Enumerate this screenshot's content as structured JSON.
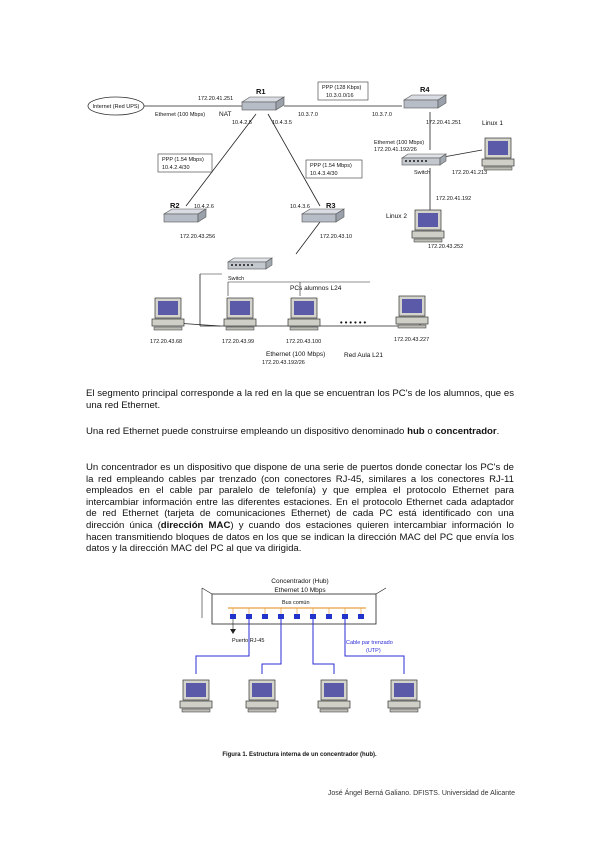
{
  "network_diagram": {
    "routers": {
      "r1": "R1",
      "r2": "R2",
      "r3": "R3",
      "r4": "R4"
    },
    "internet": "Internet (Red UPS)",
    "internet_link": "Ethernet (100 Mbps)",
    "nat": "NAT",
    "r1_left_ip": "172.20.41.251",
    "r1_ip_a": "10.4.2.5",
    "r1_ip_b": "10.4.3.5",
    "r1_ip_c": "10.3.7.0",
    "r1_r4_link": "PPP (128 Kbps)",
    "r1_r4_net": "10.3.0.0/16",
    "r4_left_ip": "10.3.7.0",
    "r4_ip": "172.20.41.251",
    "lab_link": "Ethernet (100 Mbps)",
    "lab_net": "172.20.41.192/26",
    "switch_right": "Switch",
    "linux1": "Linux 1",
    "linux1_ip": "172.20.41.213",
    "linux2": "Linux 2",
    "linux2_ip_top": "172.20.41.192",
    "linux2_ip": "172.20.43.252",
    "r1_r2_link": "PPP (1.54 Mbps)",
    "r1_r2_net": "10.4.2.4/30",
    "r1_r3_link": "PPP (1.54 Mbps)",
    "r1_r3_net": "10.4.3.4/30",
    "r2_ip": "10.4.2.6",
    "r2_lan_ip": "172.20.43.256",
    "r3_ip": "10.4.3.6",
    "r3_lan_ip": "172.20.43.10",
    "switch_main": "Switch",
    "pc_group": "PCs alumnos L24",
    "pc1_ip": "172.20.43.68",
    "pc2_ip": "172.20.43.99",
    "pc3_ip": "172.20.43.100",
    "pc4_ip": "172.20.43.227",
    "dots": "• • • • • •",
    "main_link": "Ethernet (100 Mbps)",
    "main_net": "172.20.43.192/26",
    "room": "Red Aula L21"
  },
  "paragraphs": {
    "p1": "El segmento principal corresponde a la red en la que se encuentran los PC's de los alumnos, que es una red Ethernet.",
    "p2_a": "Una red Ethernet puede construirse empleando un dispositivo denominado ",
    "p2_b": "hub",
    "p2_c": " o ",
    "p2_d": "concentrador",
    "p2_e": ".",
    "p3_a": "Un concentrador es un dispositivo que dispone de una serie de puertos donde conectar los PC's de la red empleando cables par trenzado (con conectores RJ-45, similares a los conectores RJ-11 empleados en el cable par paralelo de telefonía) y que emplea el protocolo Ethernet para intercambiar información entre las diferentes estaciones. En el protocolo Ethernet cada adaptador de red Ethernet (tarjeta de comunicaciones Ethernet) de cada PC está identificado con una dirección única (",
    "p3_b": "dirección MAC",
    "p3_c": ") y cuando dos estaciones quieren intercambiar información lo hacen transmitiendo bloques de datos en los que se indican la dirección MAC del PC que envía los datos y la dirección MAC del PC al que va dirigida."
  },
  "hub_diagram": {
    "title_1": "Concentrador (Hub)",
    "title_2": "Ethernet 10 Mbps",
    "bus": "Bus común",
    "port": "Puerto RJ-45",
    "cable_1": "Cable par trenzado",
    "cable_2": "(UTP)"
  },
  "caption": "Figura 1. Estructura interna de un concentrador (hub).",
  "footer": "José Ángel Berná Galiano. DFISTS. Universidad de Alicante",
  "colors": {
    "cable": "#2b2bd6",
    "bus": "#e8a040",
    "port": "#2233cc"
  }
}
